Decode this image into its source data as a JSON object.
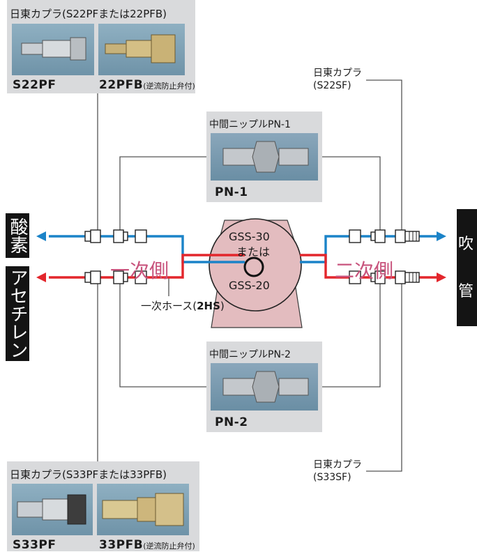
{
  "top_panel": {
    "title": "日東カプラ(S22PFまたは22PFB)",
    "label_left": "S22PF",
    "label_right": "22PFB",
    "label_right_note": "(逆流防止弁付)"
  },
  "bottom_panel": {
    "title": "日東カプラ(S33PFまたは33PFB)",
    "label_left": "S33PF",
    "label_right": "33PFB",
    "label_right_note": "(逆流防止弁付)"
  },
  "pn1": {
    "title": "中間ニップルPN-1",
    "label": "PN-1"
  },
  "pn2": {
    "title": "中間ニップルPN-2",
    "label": "PN-2"
  },
  "coupler_top_right": {
    "line1": "日東カプラ",
    "line2": "(S22SF)"
  },
  "coupler_bottom_right": {
    "line1": "日東カプラ",
    "line2": "(S33SF)"
  },
  "left_side": {
    "oxygen": "酸素",
    "acetylene": "アセチレン"
  },
  "right_side": {
    "text1": "吹",
    "text2": "管"
  },
  "regulator": {
    "line1": "GSS-30",
    "line2": "または",
    "line3": "GSS-20"
  },
  "zones": {
    "primary": "一次側",
    "secondary": "二次側"
  },
  "hose": {
    "label": "一次ホース(",
    "model": "2HS",
    "close": ")"
  },
  "colors": {
    "oxygen_line": "#1b83c8",
    "acetylene_line": "#e3262c",
    "side_label_bg": "#141414",
    "zone_text": "#c8547d",
    "regulator_fill": "#e3bcbf"
  }
}
